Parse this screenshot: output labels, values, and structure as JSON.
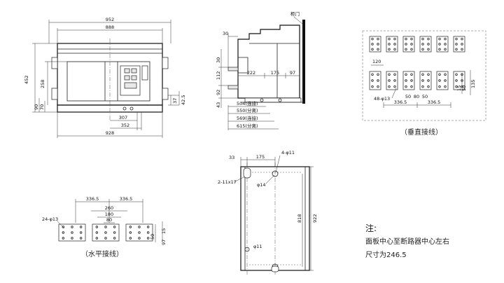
{
  "front_view": {
    "dims": {
      "overall_width": "952",
      "inner_width": "888",
      "height_total": "452",
      "height_258": "258",
      "d90": "90",
      "d70": "70",
      "d37": "37",
      "d42_5": "42.5",
      "d307": "307",
      "d352": "352",
      "d928": "928"
    }
  },
  "side_view": {
    "label_door": "柜门",
    "dims": {
      "d30_top": "30",
      "d30_left": "30",
      "d112": "112",
      "d92": "92",
      "d43": "43",
      "d222": "222",
      "d175": "175",
      "d97": "97",
      "row_504": "504(连接)",
      "row_550": "550(分离)",
      "row_569": "569(连接)",
      "row_615": "615(分离)"
    }
  },
  "vertical_wiring": {
    "caption": "（垂直接线）",
    "dims": {
      "d120": "120",
      "d48": "48-φ13",
      "d15": "15",
      "d50": "50",
      "d135": "135",
      "d336a": "336.5",
      "d50b": "50",
      "d80": "80",
      "d50c": "50",
      "d336b": "336.5"
    }
  },
  "mounting_view": {
    "dims": {
      "d33": "33",
      "d175": "175",
      "hole4": "4-φ11",
      "slot": "2-11x17",
      "phi14": "φ14",
      "d818": "818",
      "d922": "922",
      "phi11": "φ11"
    }
  },
  "horizontal_wiring": {
    "caption": "（水平接线）",
    "dims": {
      "d336a": "336.5",
      "d336b": "336.5",
      "d260": "260",
      "d180": "180",
      "d80": "80",
      "holes": "24-φ13",
      "d15": "15",
      "d50": "50",
      "d97": "97"
    }
  },
  "note": {
    "title": "注:",
    "line1": "面板中心至断路器中心左右",
    "line2": "尺寸为246.5"
  }
}
